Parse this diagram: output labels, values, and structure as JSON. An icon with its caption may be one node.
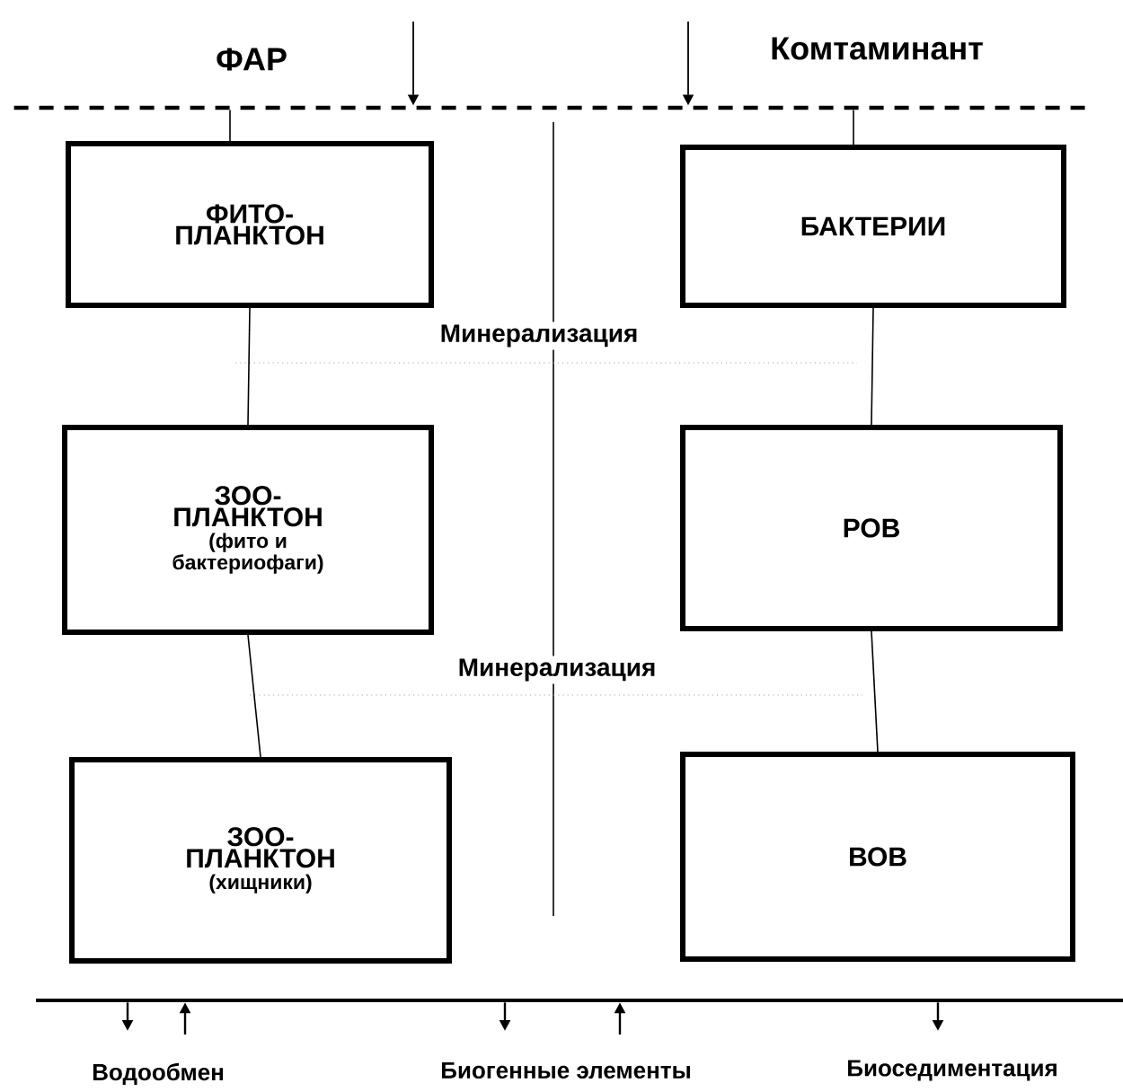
{
  "diagram": {
    "nodes": [
      {
        "text": [],
        "shape": "bar"
      },
      {
        "text": [
          "ФИТО- ПЛАНКТОН"
        ]
      },
      {
        "text": [
          "БАКТЕРИИ"
        ]
      },
      {
        "text": [
          "ЗОО- ПЛАНКТОН",
          "(фито и бактериофаги)"
        ]
      },
      {
        "text": [
          "РОВ"
        ]
      },
      {
        "text": [
          "ЗОО- ПЛАНКТОН",
          "(хищники)"
        ]
      },
      {
        "text": [
          "ВОВ"
        ]
      },
      {
        "text": [],
        "shape": "bar"
      }
    ],
    "edges": [
      {
        "from": null,
        "to": 0,
        "arrow": "to"
      },
      {
        "from": null,
        "to": 0,
        "arrow": "to"
      },
      {
        "from": 0,
        "to": 1,
        "arrow": "none"
      },
      {
        "from": 0,
        "to": 2,
        "arrow": "none"
      },
      {
        "from": 1,
        "to": 3,
        "arrow": "none"
      },
      {
        "from": 3,
        "to": 5,
        "arrow": "none"
      },
      {
        "from": 2,
        "to": 4,
        "arrow": "none"
      },
      {
        "from": 4,
        "to": 6,
        "arrow": "none"
      },
      {
        "from": 7,
        "to": null,
        "arrow": "to"
      },
      {
        "from": null,
        "to": 7,
        "arrow": "to"
      },
      {
        "from": 7,
        "to": null,
        "arrow": "to"
      },
      {
        "from": null,
        "to": 7,
        "arrow": "to"
      },
      {
        "from": 7,
        "to": null,
        "arrow": "to"
      }
    ],
    "labels": [
      "ФАР",
      "Комтаминант",
      "Минерализация",
      "Минерализация",
      "Водообмен",
      "Биогенные элементы",
      "Биоседиментация"
    ]
  }
}
